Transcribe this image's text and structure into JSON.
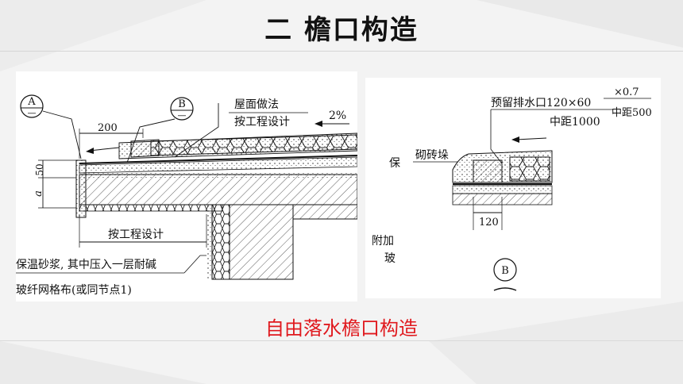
{
  "title": "二 檐口构造",
  "caption": "自由落水檐口构造",
  "left": {
    "callout_a": "A",
    "callout_b": "B",
    "roof_method": "屋面做法",
    "per_design_top": "按工程设计",
    "slope": "2%",
    "dim_200": "200",
    "dim_50": "50",
    "dim_a": "a",
    "per_design_bottom": "按工程设计",
    "note_line1": "保温砂浆, 其中压入一层耐碱",
    "note_line2": "玻纤网格布(或同节点1)"
  },
  "right": {
    "top_cut_1": "×0.7",
    "top_cut_2": "中距500",
    "drain": "预留排水口120×60",
    "spacing": "中距1000",
    "brick_ridge": "砌砖垛",
    "cut_bao": "保",
    "cut_fujia": "附加",
    "cut_bo": "玻",
    "dim_120": "120",
    "callout_b": "B"
  },
  "colors": {
    "caption": "#e0191e",
    "line": "#111111"
  }
}
